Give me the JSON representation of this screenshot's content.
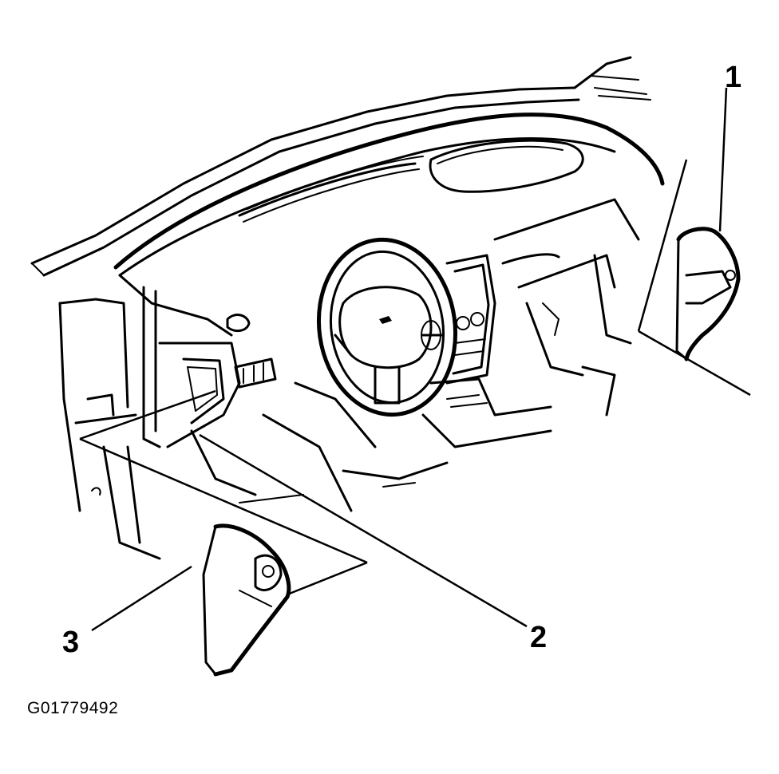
{
  "callouts": [
    {
      "id": "1",
      "label": "1"
    },
    {
      "id": "2",
      "label": "2"
    },
    {
      "id": "3",
      "label": "3"
    }
  ],
  "figure_id": "G01779492"
}
